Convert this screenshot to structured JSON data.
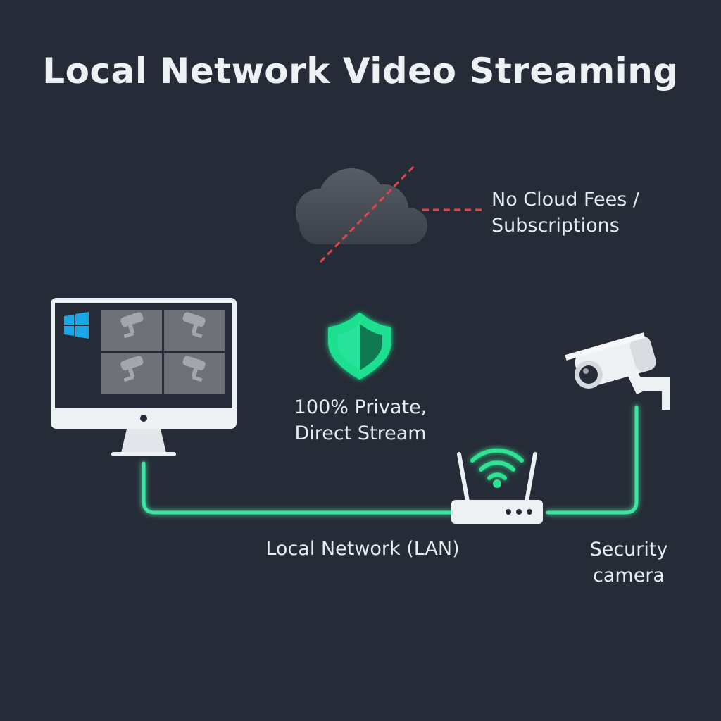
{
  "title": "Local Network Video Streaming",
  "labels": {
    "cloud": [
      "No Cloud Fees /",
      "Subscriptions"
    ],
    "private": [
      "100% Private,",
      "Direct Stream"
    ],
    "lan": "Local Network (LAN)",
    "camera": [
      "Security",
      "camera"
    ]
  },
  "colors": {
    "background": "#262c37",
    "connection": "#3ee6a0",
    "no_cloud_line": "#e0454f",
    "shield": "#1fe08f",
    "wifi": "#2de391",
    "windows_logo": "#1aa7e8",
    "device_white": "#eef1f4",
    "cloud": "#4b4f58"
  },
  "icons": [
    "cloud-icon",
    "shield-icon",
    "monitor-icon",
    "windows-logo-icon",
    "camera-tile-icon",
    "router-icon",
    "wifi-icon",
    "security-camera-icon"
  ]
}
